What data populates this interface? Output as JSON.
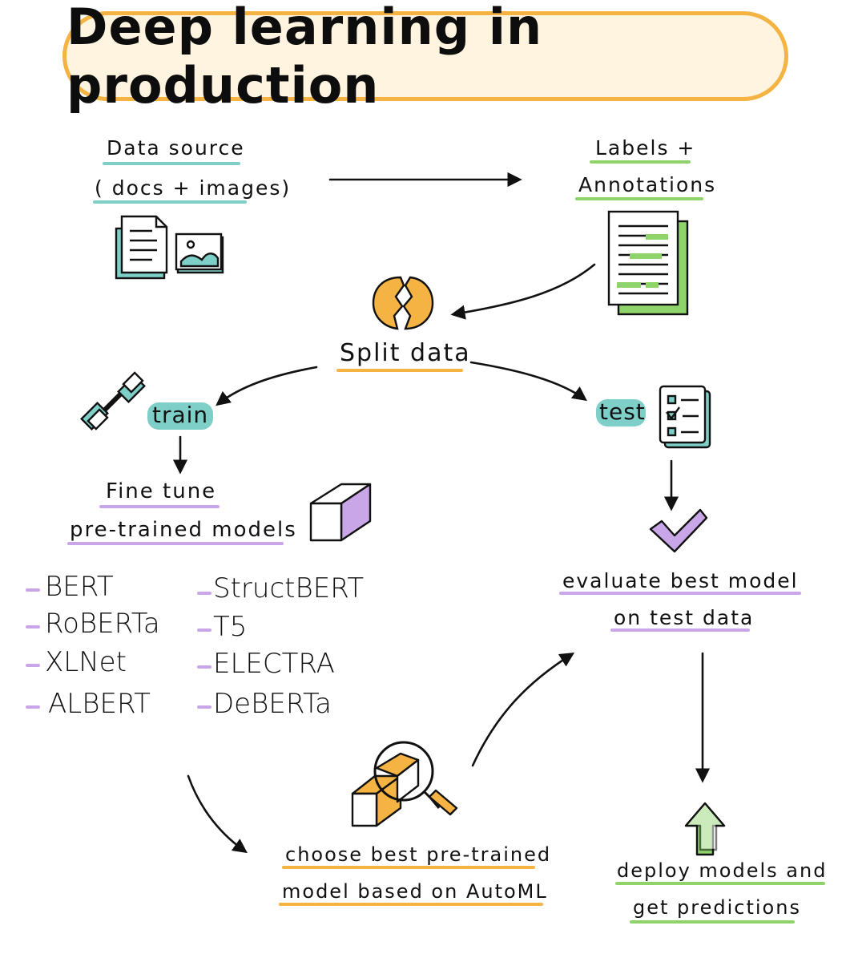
{
  "title": "Deep learning in production",
  "nodes": {
    "data_source": [
      "Data source",
      "( docs + images)"
    ],
    "labels": [
      "Labels +",
      "Annotations"
    ],
    "split": "Split data",
    "train": "train",
    "test": "test",
    "fine_tune": [
      "Fine tune",
      "pre-trained models"
    ],
    "evaluate": [
      "evaluate best model",
      "on test data"
    ],
    "choose": [
      "choose best pre-trained",
      "model based on AutoML"
    ],
    "deploy": [
      "deploy models and",
      "get predictions"
    ]
  },
  "models_left": [
    "BERT",
    "RoBERTa",
    "XLNet",
    "ALBERT"
  ],
  "models_right": [
    "StructBERT",
    "T5",
    "ELECTRA",
    "DeBERTa"
  ],
  "colors": {
    "orange": "#f4b342",
    "teal": "#7fcfc9",
    "green": "#8fd36b",
    "purple": "#c9a6e8",
    "ink": "#111111"
  },
  "icons": [
    "document-icon",
    "image-icon",
    "annotated-document-icon",
    "split-circle-icon",
    "dumbbell-icon",
    "checklist-icon",
    "cube-icon",
    "checkmark-icon",
    "magnifier-cube-icon",
    "up-arrow-icon"
  ]
}
